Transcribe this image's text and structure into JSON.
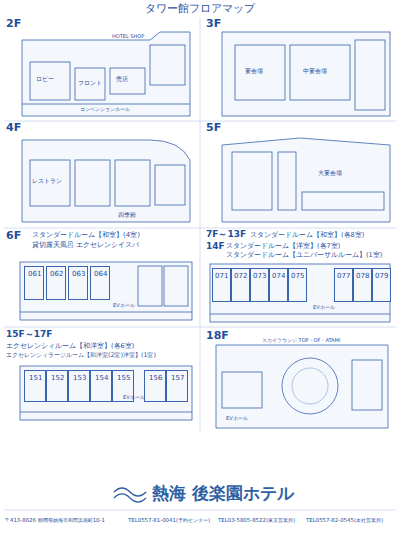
{
  "diagram": {
    "title": "タワー館フロアマップ",
    "nodes": [
      {
        "text": [
          "2F"
        ]
      },
      {
        "text": [
          "3F"
        ]
      },
      {
        "text": [
          "4F"
        ]
      },
      {
        "text": [
          "5F"
        ]
      },
      {
        "text": [
          "6F",
          "スタンダードルーム【和室】(4室)",
          "貸切露天風呂 エクセレンシイスパ"
        ]
      },
      {
        "text": [
          "061"
        ],
        "in": 4
      },
      {
        "text": [
          "062"
        ],
        "in": 4
      },
      {
        "text": [
          "063"
        ],
        "in": 4
      },
      {
        "text": [
          "064"
        ],
        "in": 4
      },
      {
        "text": [
          "7F～13F",
          "スタンダードルーム【和室】(各8室)",
          "14F",
          "スタンダードルーム【洋室】(各7室)",
          "スタンダードルーム【ユニバーサルルーム】(1室)"
        ]
      },
      {
        "text": [
          "071"
        ],
        "in": 9
      },
      {
        "text": [
          "072"
        ],
        "in": 9
      },
      {
        "text": [
          "073"
        ],
        "in": 9
      },
      {
        "text": [
          "074"
        ],
        "in": 9
      },
      {
        "text": [
          "075"
        ],
        "in": 9
      },
      {
        "text": [
          "077"
        ],
        "in": 9
      },
      {
        "text": [
          "078"
        ],
        "in": 9
      },
      {
        "text": [
          "079"
        ],
        "in": 9
      },
      {
        "text": [
          "15F～17F",
          "エクセレンシィルーム【和洋室】(各6室)",
          "エクセレンシィラージルーム【和洋室(2室)洋室】(1室)"
        ]
      },
      {
        "text": [
          "151"
        ],
        "in": 18
      },
      {
        "text": [
          "152"
        ],
        "in": 18
      },
      {
        "text": [
          "153"
        ],
        "in": 18
      },
      {
        "text": [
          "154"
        ],
        "in": 18
      },
      {
        "text": [
          "155"
        ],
        "in": 18
      },
      {
        "text": [
          "156"
        ],
        "in": 18
      },
      {
        "text": [
          "157"
        ],
        "in": 18
      },
      {
        "text": [
          "18F"
        ]
      }
    ],
    "labels": [
      "HOTEL SHOP",
      "ロビー",
      "フロント",
      "売店",
      "コンベンションホール",
      "宴会場",
      "中宴会場",
      "レストラン",
      "四季殿",
      "大宴会場",
      "EVホール",
      "EVホール",
      "EVホール",
      "EVホール",
      "スカイラウンジ TOP・OF・ATAMI",
      "熱海 後楽園ホテル",
      "〒413-8626 静岡県熱海市和田浜南町10-1",
      "TEL0557-81-0041(予約センター)",
      "TEL03-5805-8522(東京営業所)",
      "TEL0557-82-0545(本社営業所)"
    ]
  }
}
